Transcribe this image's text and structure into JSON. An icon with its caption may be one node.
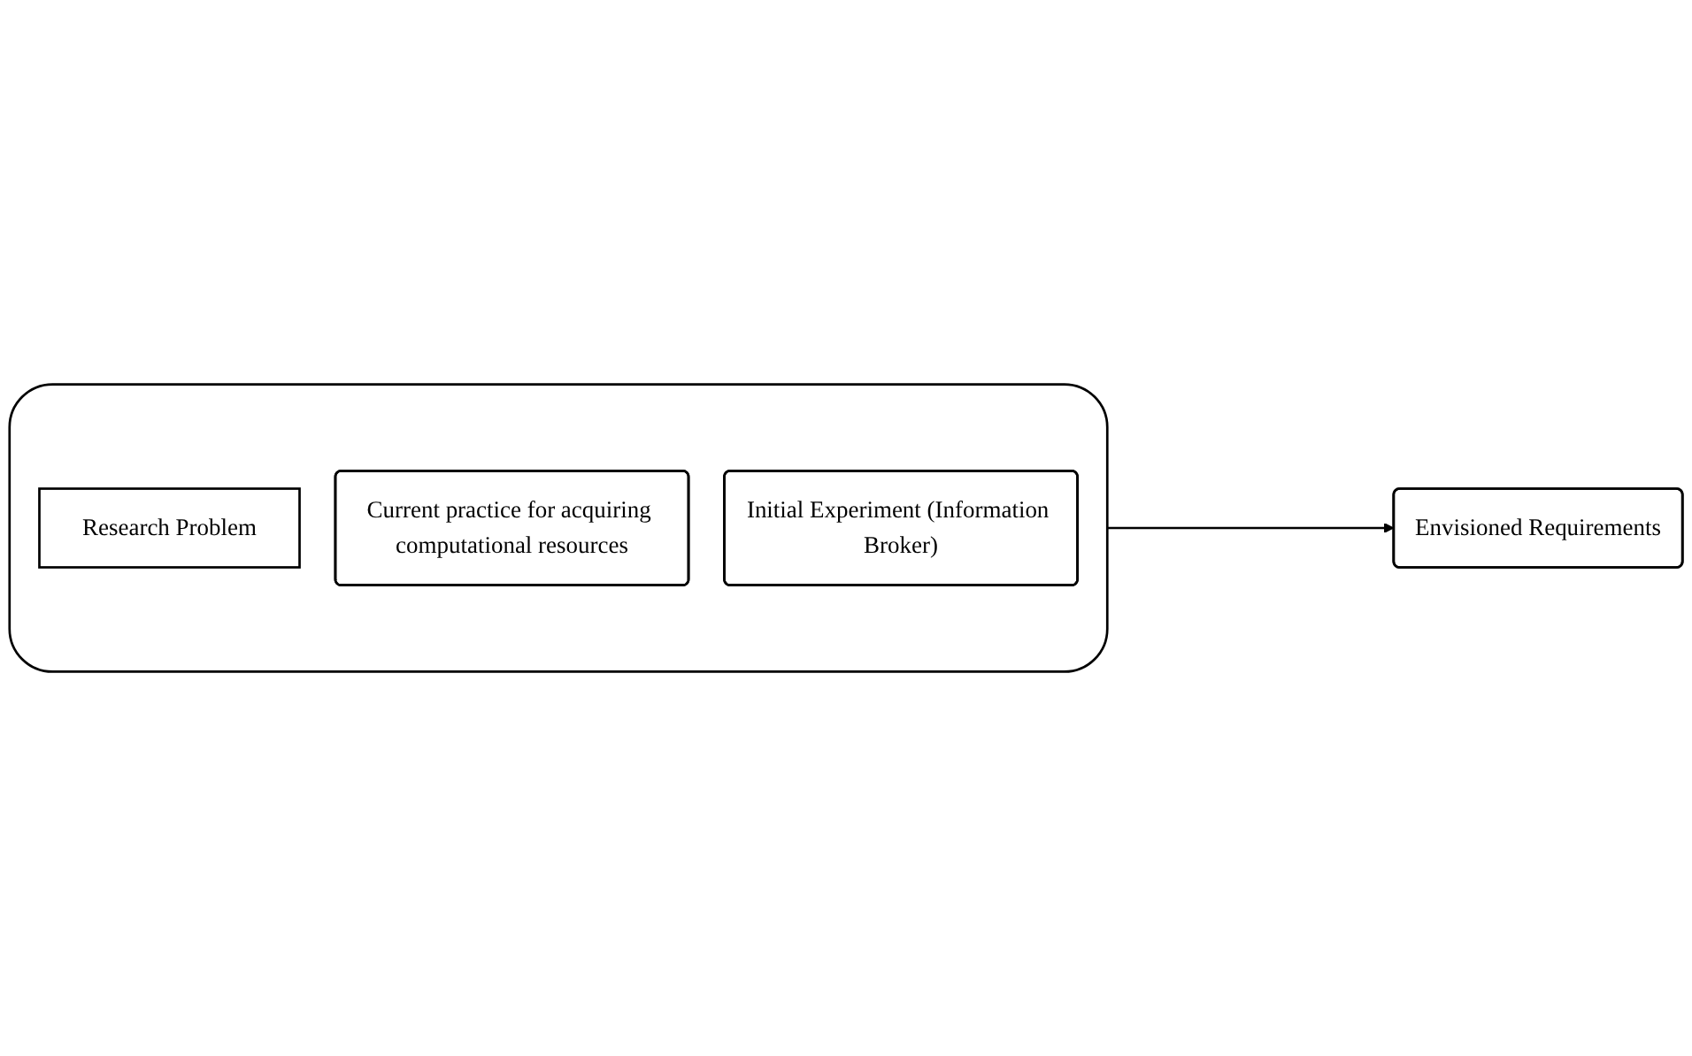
{
  "diagram": {
    "nodes": [
      {
        "text": [],
        "shape": "box"
      },
      {
        "text": [
          "Research Problem"
        ],
        "in": 0
      },
      {
        "text": [
          "Current practice for acquiring computational resources"
        ],
        "in": 0
      },
      {
        "text": [
          "Initial Experiment (Information Broker)"
        ],
        "in": 0
      },
      {
        "text": [
          "Envisioned Requirements"
        ]
      }
    ],
    "edges": [
      {
        "from": 0,
        "to": 4,
        "arrow": "to"
      }
    ]
  }
}
